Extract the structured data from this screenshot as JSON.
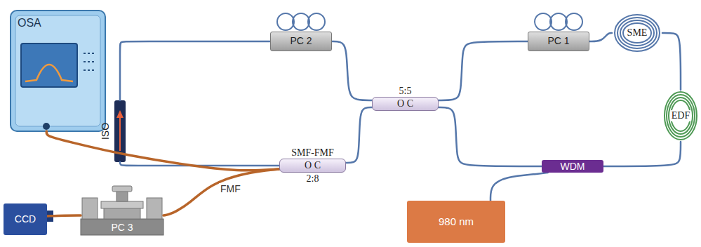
{
  "diagram": {
    "nodes": [
      {
        "text": [
          "OSA"
        ]
      },
      {
        "text": [
          "PC 2"
        ]
      },
      {
        "text": [
          "PC 1"
        ]
      },
      {
        "text": [
          "SME"
        ]
      },
      {
        "text": [
          "ISO"
        ]
      },
      {
        "text": [
          "5:5",
          "O C"
        ]
      },
      {
        "text": [
          "EDF"
        ]
      },
      {
        "text": [
          "SMF-FMF",
          "O C",
          "2:8"
        ]
      },
      {
        "text": [
          "WDM"
        ]
      },
      {
        "text": [
          "PC 3"
        ]
      },
      {
        "text": [
          "CCD"
        ]
      },
      {
        "text": [
          "980 nm"
        ]
      }
    ],
    "edges": [
      {
        "from": 5,
        "to": 1,
        "arrow": "none"
      },
      {
        "from": 1,
        "to": 4,
        "arrow": "none"
      },
      {
        "from": 4,
        "to": 7,
        "arrow": "none"
      },
      {
        "from": 7,
        "to": 5,
        "arrow": "none"
      },
      {
        "from": 5,
        "to": 2,
        "arrow": "none"
      },
      {
        "from": 2,
        "to": 3,
        "arrow": "none"
      },
      {
        "from": 3,
        "to": 6,
        "arrow": "none"
      },
      {
        "from": 6,
        "to": 8,
        "arrow": "none"
      },
      {
        "from": 8,
        "to": 5,
        "arrow": "none"
      },
      {
        "from": 11,
        "to": 8,
        "arrow": "none"
      },
      {
        "from": 7,
        "to": 0,
        "arrow": "none"
      },
      {
        "from": 7,
        "to": 9,
        "arrow": "none"
      },
      {
        "from": 9,
        "to": 10,
        "arrow": "none"
      }
    ],
    "labels": [
      "FMF"
    ]
  }
}
